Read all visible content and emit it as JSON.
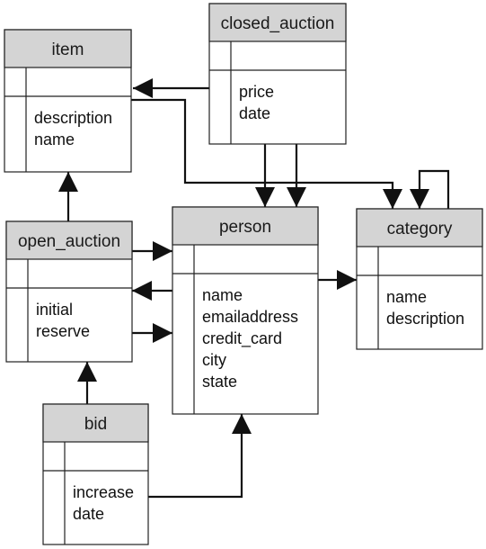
{
  "colors": {
    "header_fill": "#d4d4d4",
    "body_fill": "#ffffff",
    "stroke": "#222222",
    "text": "#111111"
  },
  "entities": [
    {
      "id": "item",
      "title": "item",
      "attributes": [
        "description",
        "name"
      ]
    },
    {
      "id": "closed_auction",
      "title": "closed_auction",
      "attributes": [
        "price",
        "date"
      ]
    },
    {
      "id": "open_auction",
      "title": "open_auction",
      "attributes": [
        "initial",
        "reserve"
      ]
    },
    {
      "id": "person",
      "title": "person",
      "attributes": [
        "name",
        "emailaddress",
        "credit_card",
        "city",
        "state"
      ]
    },
    {
      "id": "category",
      "title": "category",
      "attributes": [
        "name",
        "description"
      ]
    },
    {
      "id": "bid",
      "title": "bid",
      "attributes": [
        "increase",
        "date"
      ]
    }
  ],
  "relationships": [
    {
      "from": "closed_auction",
      "to": "item"
    },
    {
      "from": "item",
      "to": "category"
    },
    {
      "from": "closed_auction",
      "to": "person"
    },
    {
      "from": "closed_auction",
      "to": "person"
    },
    {
      "from": "category",
      "to": "category"
    },
    {
      "from": "open_auction",
      "to": "item"
    },
    {
      "from": "open_auction",
      "to": "person"
    },
    {
      "from": "person",
      "to": "open_auction"
    },
    {
      "from": "open_auction",
      "to": "person"
    },
    {
      "from": "person",
      "to": "category"
    },
    {
      "from": "bid",
      "to": "open_auction"
    },
    {
      "from": "bid",
      "to": "person"
    }
  ]
}
